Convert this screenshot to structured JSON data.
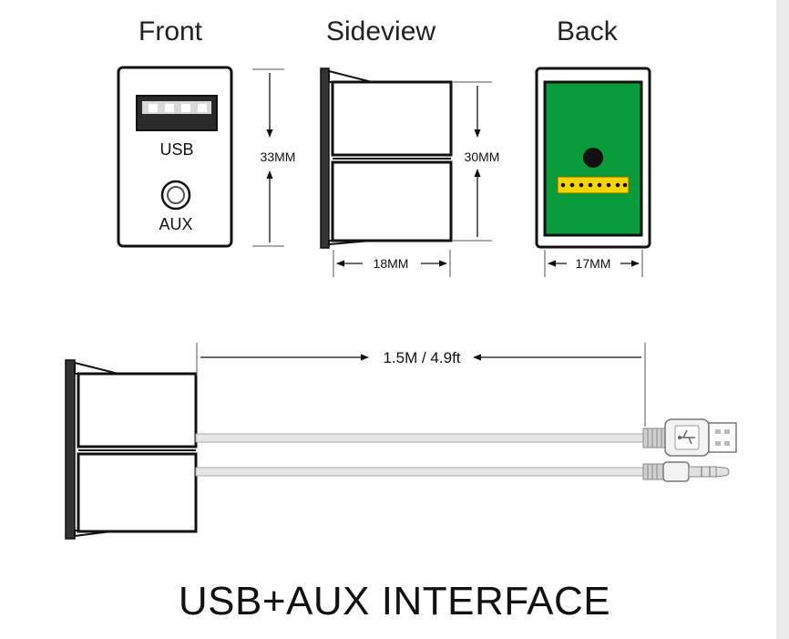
{
  "views": {
    "front": "Front",
    "sideview": "Sideview",
    "back": "Back"
  },
  "front_panel": {
    "usb_label": "USB",
    "aux_label": "AUX"
  },
  "dimensions": {
    "front_height": "33MM",
    "side_height": "30MM",
    "side_depth": "18MM",
    "back_width": "17MM",
    "cable_length": "1.5M / 4.9ft"
  },
  "footer": "USB+AUX INTERFACE",
  "colors": {
    "pcb_green": "#0a9c3c",
    "pin_yellow": "#f5d400",
    "outline": "#111111",
    "cable": "#bdbdbd"
  }
}
